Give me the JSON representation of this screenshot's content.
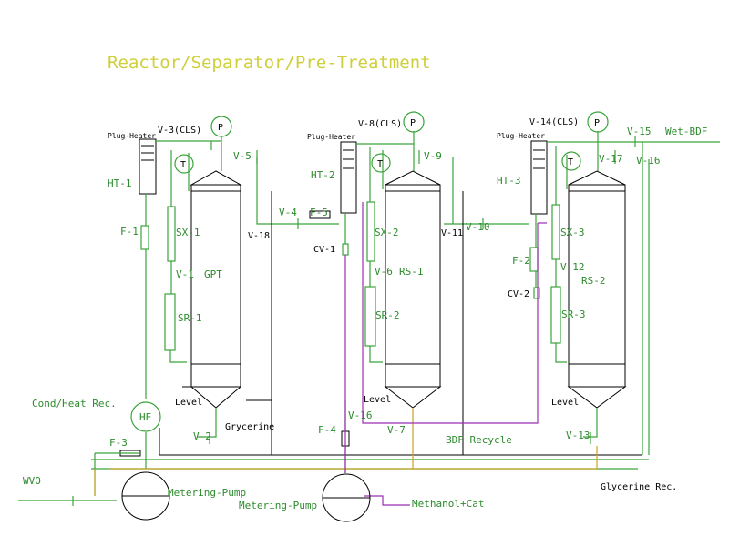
{
  "title": "Reactor/Separator/Pre-Treatment",
  "labels": {
    "v3": "V-3(CLS)",
    "v8": "V-8(CLS)",
    "v14": "V-14(CLS)",
    "plug1": "Plug-Heater",
    "plug2": "Plug-Heater",
    "plug3": "Plug-Heater",
    "p": "P",
    "t": "T",
    "v5": "V-5",
    "v9": "V-9",
    "v17": "V-17",
    "v15": "V-15",
    "wetbdf": "Wet-BDF",
    "v16a": "V-16",
    "ht1": "HT-1",
    "ht2": "HT-2",
    "ht3": "HT-3",
    "f1": "F-1",
    "sx1": "SX-1",
    "sx2": "SX-2",
    "sx3": "SX-3",
    "v1": "V-1",
    "gpt": "GPT",
    "sr1": "SR-1",
    "sr2": "SR-2",
    "sr3": "SR-3",
    "v18": "V-18",
    "v4": "V-4",
    "f5": "F-5",
    "cv1": "CV-1",
    "cv2": "CV-2",
    "v6": "V-6",
    "rs1": "RS-1",
    "rs2": "RS-2",
    "v11": "V-11",
    "v10": "V-10",
    "f2": "F-2",
    "v12": "V-12",
    "level1": "Level",
    "level2": "Level",
    "level3": "Level",
    "condheat": "Cond/Heat Rec.",
    "he": "HE",
    "v2": "V-2",
    "glycerine": "Grycerine",
    "f4": "F-4",
    "v16b": "V-16",
    "v7": "V-7",
    "bdfrecycle": "BDF Recycle",
    "v13": "V-13",
    "f3": "F-3",
    "wvo": "WVO",
    "mp1": "Metering-Pump",
    "mp2": "Metering-Pump",
    "methcat": "Methanol+Cat",
    "glyrec": "Glycerine Rec."
  },
  "colors": {
    "process_lines": "#3aa33a",
    "outlines": "#000000",
    "methanol_line": "#9b2fb0",
    "glycerine_line": "#c9a227",
    "title": "#cfcf3a"
  }
}
